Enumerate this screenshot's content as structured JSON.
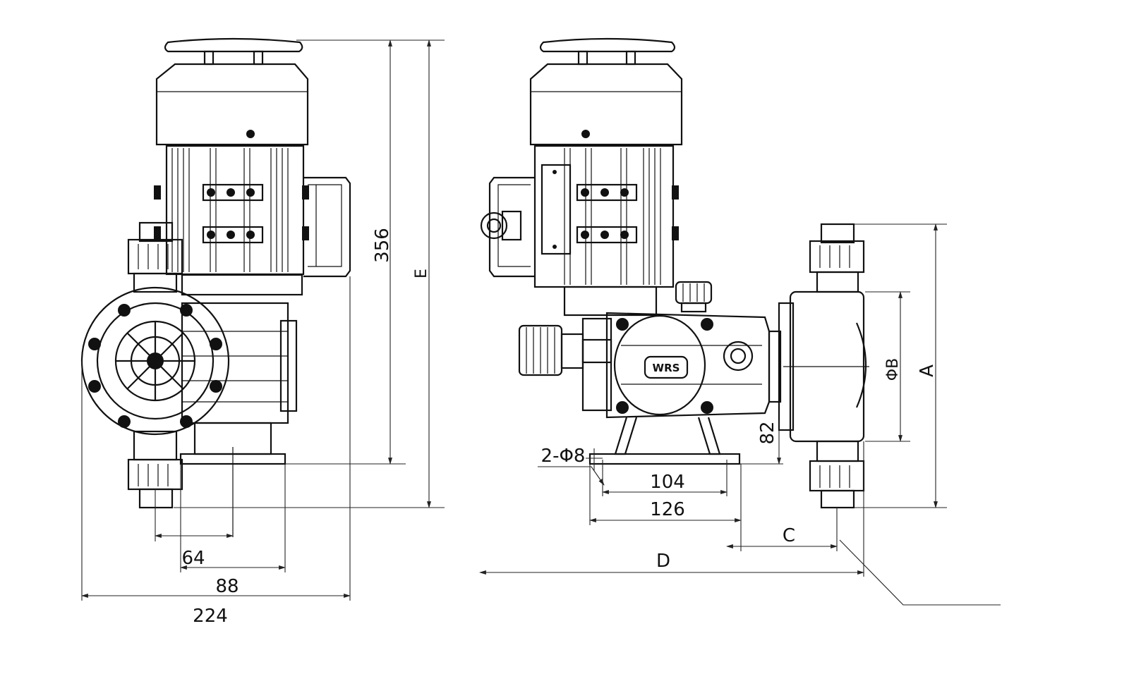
{
  "brand": "WRS",
  "dimensions": {
    "height_356": "356",
    "height_e": "E",
    "width_64": "64",
    "width_88": "88",
    "width_224": "224",
    "hole_spec": "2-Φ8",
    "base_104": "104",
    "base_126": "126",
    "height_82": "82",
    "diameter_b": "ΦB",
    "height_a": "A",
    "offset_c": "C",
    "length_d": "D"
  }
}
